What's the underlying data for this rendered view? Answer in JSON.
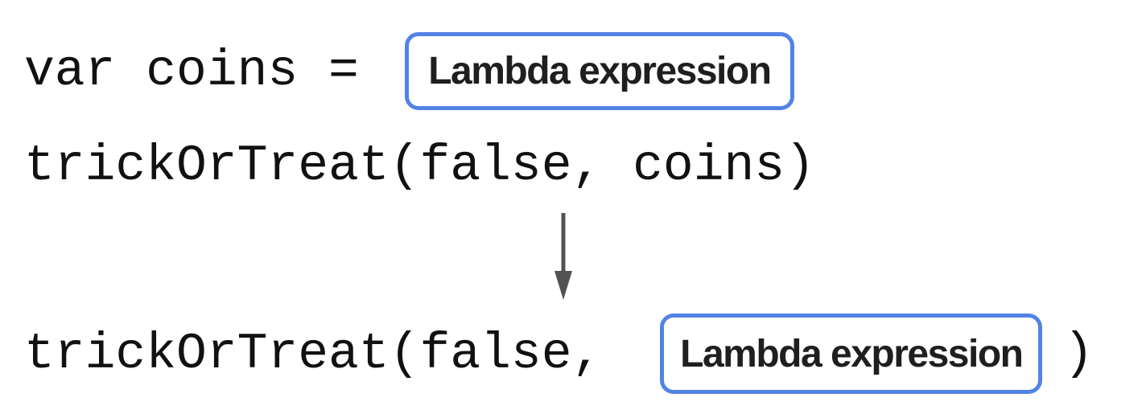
{
  "diagram": {
    "line1": {
      "code": "var coins =",
      "box_label": "Lambda expression"
    },
    "line2": {
      "code": "trickOrTreat(false, coins)"
    },
    "arrow": {
      "direction": "down"
    },
    "line3": {
      "code_before": "trickOrTreat(false,",
      "box_label": "Lambda expression",
      "code_after": ")"
    },
    "colors": {
      "box_border": "#5282E6",
      "arrow": "#515254",
      "code_text": "#111111",
      "label_text": "#1f1f1f",
      "background": "#ffffff"
    }
  }
}
